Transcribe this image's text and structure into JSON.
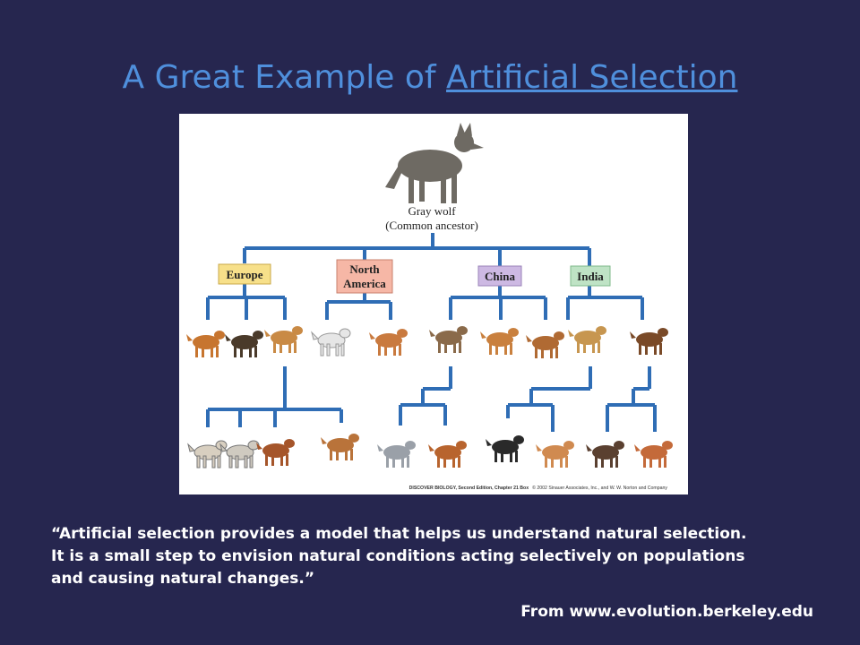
{
  "slide": {
    "title_prefix": "A Great Example of ",
    "title_link": "Artificial Selection",
    "quote_lines": [
      "“Artificial selection provides a model that helps us understand natural selection.",
      "It is a small step to envision natural conditions acting selectively on populations",
      "and causing natural changes.”"
    ],
    "source": "From www.evolution.berkeley.edu"
  },
  "figure": {
    "ancestor_line1": "Gray wolf",
    "ancestor_line2": "(Common ancestor)",
    "regions": [
      {
        "label": "Europe",
        "color": "#f7e08a"
      },
      {
        "label_line1": "North",
        "label_line2": "America",
        "color": "#f6b7a6"
      },
      {
        "label": "China",
        "color": "#cdb9e3"
      },
      {
        "label": "India",
        "color": "#bfe3c5"
      }
    ],
    "credit_bold": "DISCOVER BIOLOGY, Second Edition, Chapter 21 Box",
    "credit_rest": "© 2002 Sinauer Associates, Inc., and W. W. Norton and Company",
    "colors": {
      "tree_line": "#2f6db5",
      "background": "#26264f",
      "title": "#4f8fdc"
    }
  }
}
